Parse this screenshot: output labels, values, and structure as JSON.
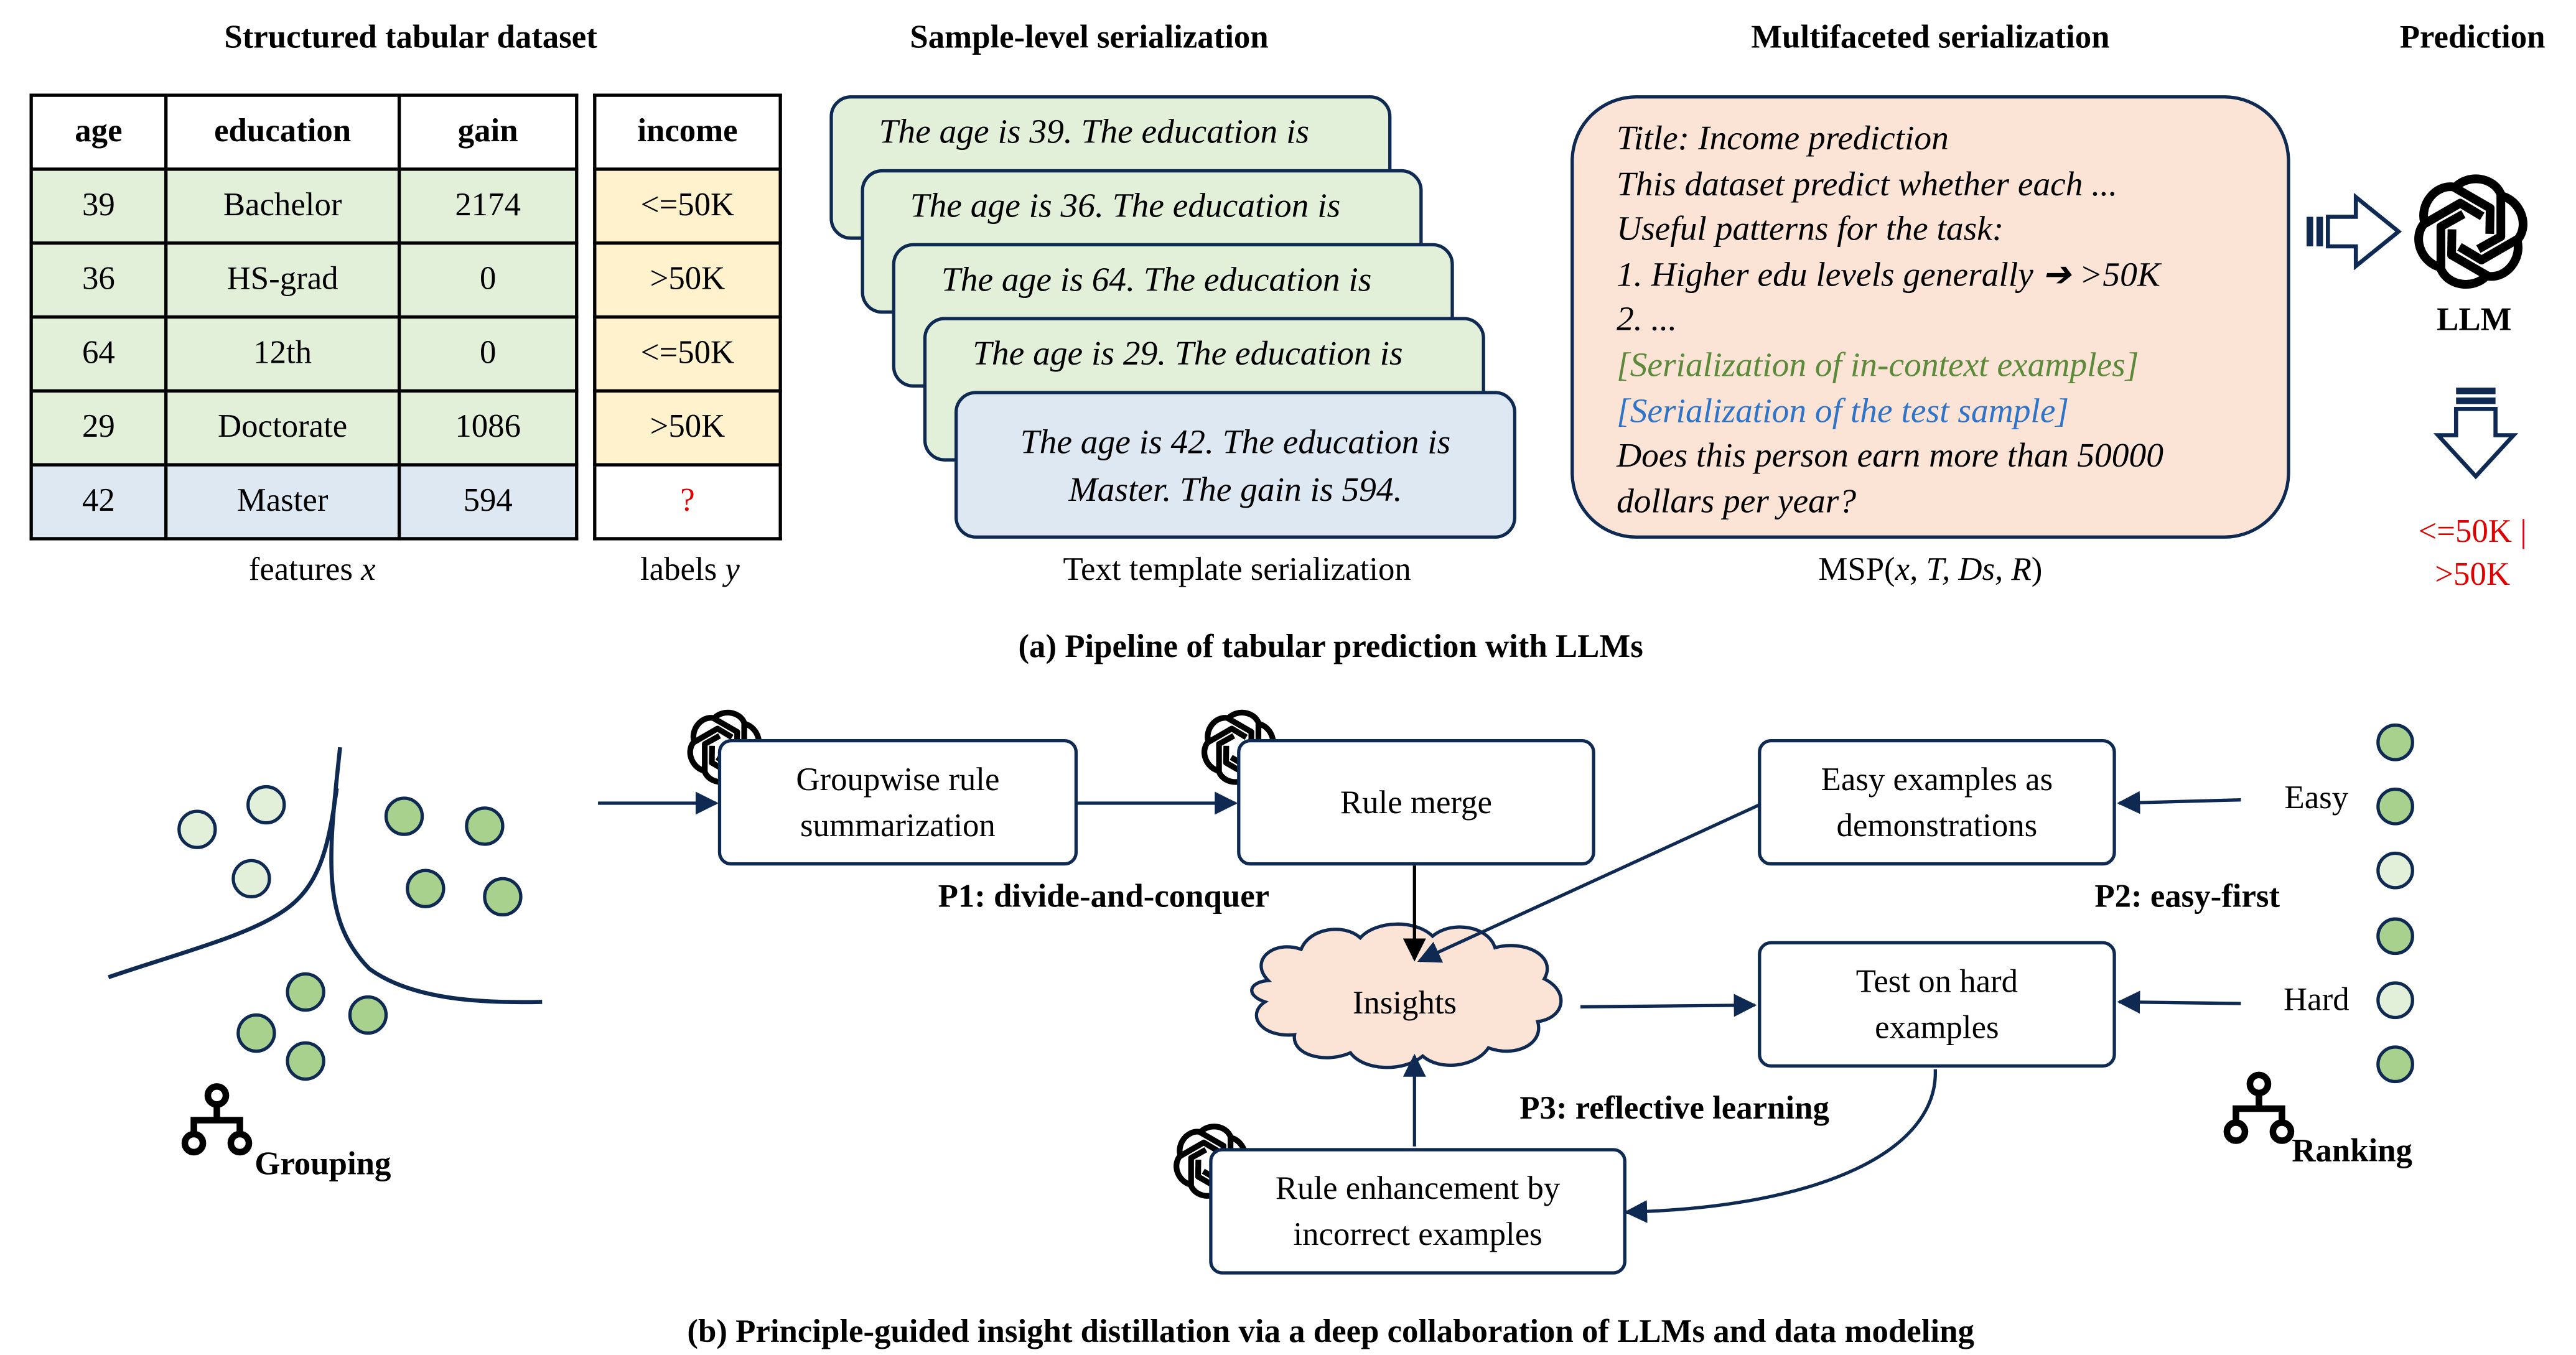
{
  "part_a": {
    "headings": {
      "dataset": "Structured tabular dataset",
      "sample_serialization": "Sample-level serialization",
      "multifaceted_serialization": "Multifaceted serialization",
      "prediction": "Prediction"
    },
    "table": {
      "columns": [
        "age",
        "education",
        "gain"
      ],
      "label_column": "income",
      "rows": [
        {
          "age": "39",
          "education": "Bachelor",
          "gain": "2174",
          "income": "<=50K"
        },
        {
          "age": "36",
          "education": "HS-grad",
          "gain": "0",
          "income": ">50K"
        },
        {
          "age": "64",
          "education": "12th",
          "gain": "0",
          "income": "<=50K"
        },
        {
          "age": "29",
          "education": "Doctorate",
          "gain": "1086",
          "income": ">50K"
        },
        {
          "age": "42",
          "education": "Master",
          "gain": "594",
          "income": "?"
        }
      ],
      "features_caption": "features ",
      "features_var": "x",
      "labels_caption": "labels ",
      "labels_var": "y"
    },
    "serialization_cards": [
      "The age is 39. The education is",
      "The age is 36. The education is",
      "The age is 64. The education is",
      "The age is 29. The education is"
    ],
    "front_card": {
      "line1": "The age is 42. The education is",
      "line2": "Master. The gain is 594."
    },
    "serialization_caption": "Text template serialization",
    "msp": {
      "lines": [
        "Title: Income prediction",
        "This dataset predict whether each ...",
        "Useful patterns for the task:",
        "1.   Higher edu levels generally ➔ >50K",
        "2.   ...",
        "[Serialization of in-context examples]",
        "[Serialization of the test sample]",
        "Does this person earn more than 50000",
        "dollars per year?"
      ],
      "green_line_color": "#5a8a3a",
      "blue_line_color": "#2e74c8",
      "caption_prefix": "MSP(",
      "caption_args": "x, T, Ds, R",
      "caption_suffix": ")"
    },
    "llm_label": "LLM",
    "prediction_output": [
      "<=50K |",
      ">50K"
    ],
    "subcaption": "(a) Pipeline of tabular prediction with LLMs"
  },
  "part_b": {
    "boxes": {
      "groupwise": "Groupwise rule\nsummarization",
      "rule_merge": "Rule merge",
      "easy_demo": "Easy examples as\ndemonstrations",
      "test_hard": "Test on hard\nexamples",
      "rule_enhance": "Rule enhancement by\nincorrect examples",
      "insights": "Insights"
    },
    "principles": {
      "p1": "P1: divide-and-conquer",
      "p2": "P2: easy-first",
      "p3": "P3: reflective learning"
    },
    "grouping_label": "Grouping",
    "ranking_label": "Ranking",
    "easy_label": "Easy",
    "hard_label": "Hard",
    "subcaption": "(b) Principle-guided insight distillation via a deep collaboration of LLMs and data modeling"
  },
  "colors": {
    "green_fill": "#e2efd9",
    "blue_fill": "#dde8f3",
    "yellow_fill": "#fff2cc",
    "peach_fill": "#fbe4d5",
    "dark_green_dot": "#a9d18e",
    "light_green_dot": "#e2efd9",
    "navy": "#0f2a52",
    "red": "#e00000"
  },
  "icons": [
    "openai-logo-icon",
    "hierarchy-icon",
    "block-arrow-right-icon",
    "block-arrow-down-icon"
  ]
}
